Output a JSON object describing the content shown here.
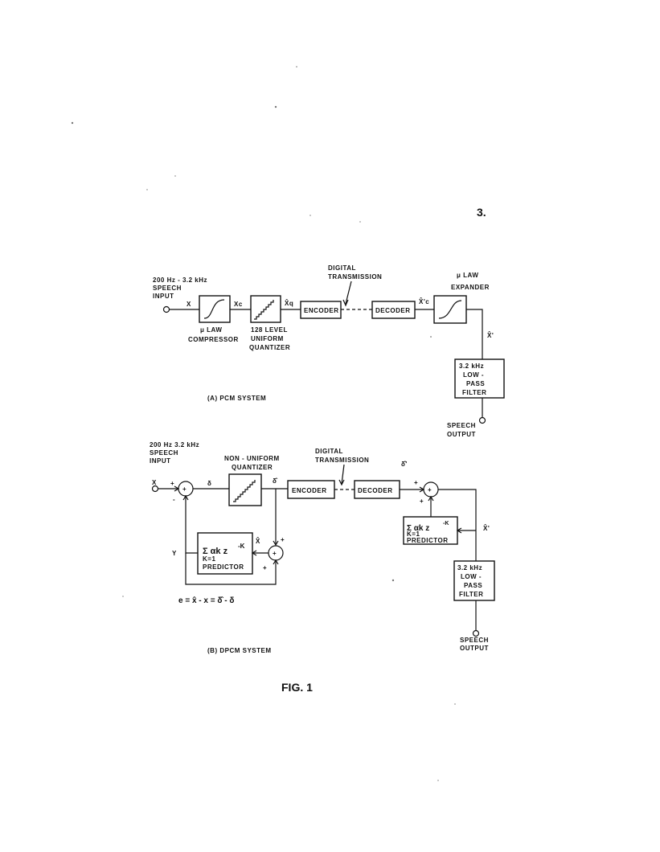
{
  "page_number": "3.",
  "figure_caption": "FIG. 1",
  "pcm": {
    "caption": "(A) PCM SYSTEM",
    "input_label": [
      "200 Hz - 3.2 kHz",
      "SPEECH",
      "INPUT"
    ],
    "signal_x": "X",
    "signal_xc": "Xc",
    "signal_xq": "X̂q",
    "signal_xc_prime": "X̂'c",
    "signal_x_out": "X̂'",
    "compressor_label": [
      "μ LAW",
      "COMPRESSOR"
    ],
    "quantizer_label": [
      "128 LEVEL",
      "UNIFORM",
      "QUANTIZER"
    ],
    "encoder": "ENCODER",
    "decoder": "DECODER",
    "transmission_label": [
      "DIGITAL",
      "TRANSMISSION"
    ],
    "expander_label": [
      "μ LAW",
      "EXPANDER"
    ],
    "filter_label": [
      "3.2 kHz",
      "LOW -",
      "PASS",
      "FILTER"
    ],
    "output_label": [
      "SPEECH",
      "OUTPUT"
    ]
  },
  "dpcm": {
    "caption": "(B) DPCM SYSTEM",
    "input_label": [
      "200 Hz 3.2 kHz",
      "SPEECH",
      "INPUT"
    ],
    "signal_x": "X",
    "signal_delta": "δ",
    "signal_delta_hat": "δ̂",
    "signal_delta_hat_prime": "δ̂'",
    "signal_x_hat": "X̂",
    "signal_x_hat_prime": "X̂'",
    "signal_y": "Y",
    "plus": "+",
    "minus": "-",
    "quantizer_label": [
      "NON - UNIFORM",
      "QUANTIZER"
    ],
    "encoder": "ENCODER",
    "decoder": "DECODER",
    "transmission_label": [
      "DIGITAL",
      "TRANSMISSION"
    ],
    "predictor_tx": {
      "sum": "Σ αk z",
      "exp": "-K",
      "limits": "K=1",
      "name": "PREDICTOR"
    },
    "predictor_rx": {
      "sum": "Σ αk z",
      "exp": "-K",
      "limits": "K=1",
      "name": "PREDICTOR"
    },
    "error_equation": "e = x̂ - x = δ̂ - δ",
    "filter_label": [
      "3.2 kHz",
      "LOW -",
      "PASS",
      "FILTER"
    ],
    "output_label": [
      "SPEECH",
      "OUTPUT"
    ]
  }
}
